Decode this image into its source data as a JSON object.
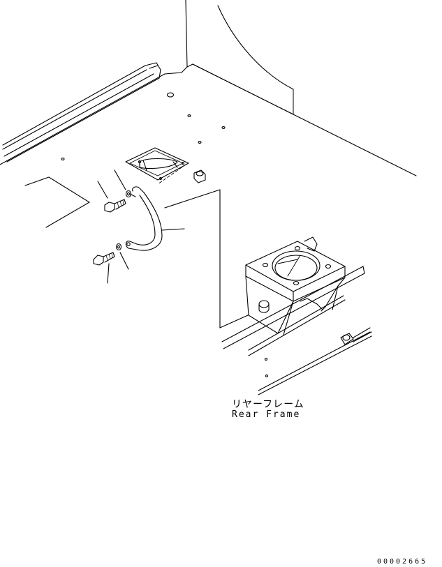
{
  "labels": {
    "rear_frame_jp": "リヤーフレーム",
    "rear_frame_en": "Rear Frame"
  },
  "drawing_number": "00002665",
  "colors": {
    "line": "#000000",
    "background": "#ffffff"
  }
}
